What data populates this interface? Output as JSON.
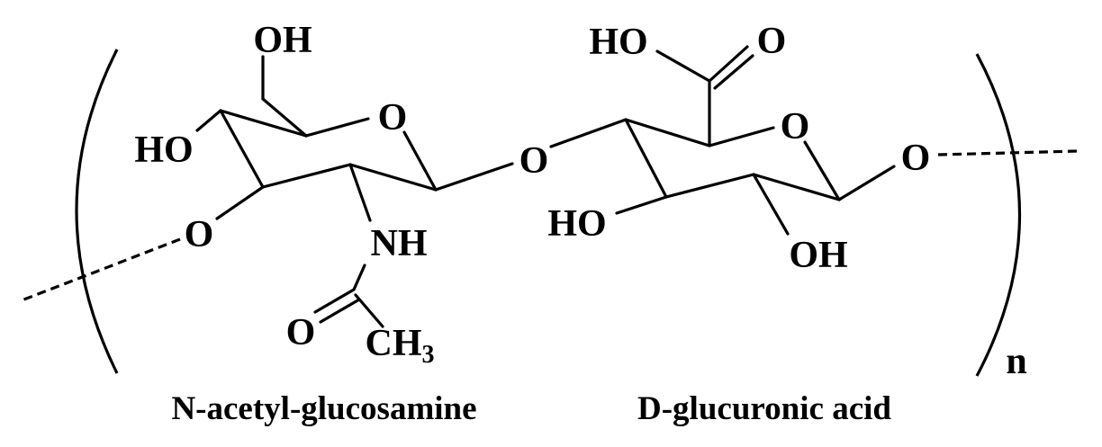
{
  "molecule": {
    "left_unit": {
      "name": "N-acetyl-glucosamine",
      "atoms": {
        "ch2oh": "OH",
        "c4_oh": "HO",
        "ring_o": "O",
        "link_o": "O",
        "nh": "NH",
        "carbonyl_o": "O",
        "methyl": "CH",
        "methyl_sub": "3"
      }
    },
    "bridge_o": "O",
    "right_unit": {
      "name": "D-glucuronic acid",
      "atoms": {
        "carboxyl_oh": "HO",
        "carboxyl_o": "O",
        "ring_o": "O",
        "c3_oh": "HO",
        "c2_oh": "OH",
        "link_o": "O"
      }
    },
    "repeat_subscript": "n"
  }
}
